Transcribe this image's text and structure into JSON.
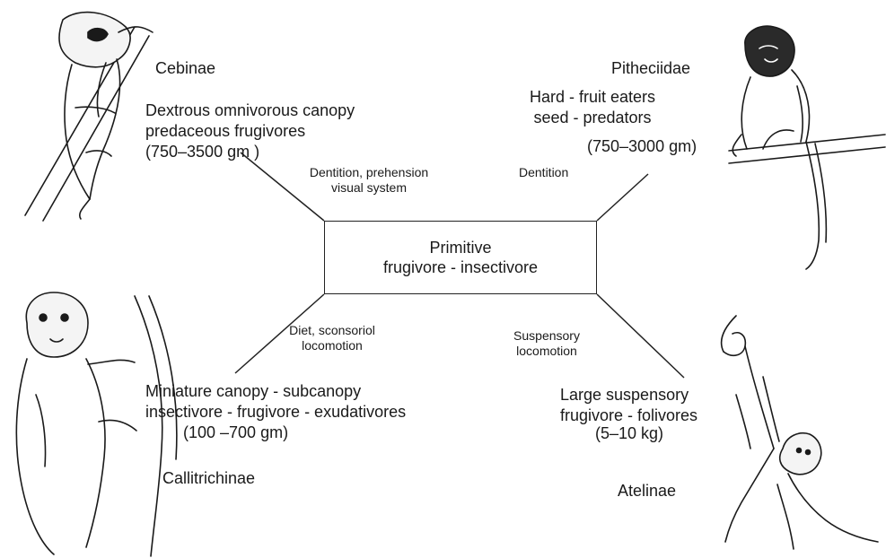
{
  "center": {
    "line1": "Primitive",
    "line2": "frugivore - insectivore"
  },
  "groups": {
    "cebinae": {
      "name": "Cebinae",
      "desc_line1": "Dextrous omnivorous canopy",
      "desc_line2": "predaceous frugivores",
      "mass": "(750–3500 gm )",
      "branch_label_line1": "Dentition, prehension",
      "branch_label_line2": "visual system"
    },
    "pitheciidae": {
      "name": "Pitheciidae",
      "desc_line1": "Hard - fruit eaters",
      "desc_line2": "seed - predators",
      "mass": "(750–3000 gm)",
      "branch_label": "Dentition"
    },
    "callitrichinae": {
      "name": "Callitrichinae",
      "desc_line1": "Miniature canopy - subcanopy",
      "desc_line2": "insectivore - frugivore - exudativores",
      "mass": "(100 –700 gm)",
      "branch_label_line1": "Diet, sconsoriol",
      "branch_label_line2": "locomotion"
    },
    "atelinae": {
      "name": "Atelinae",
      "desc_line1": "Large suspensory",
      "desc_line2": "frugivore - folivores",
      "mass": "(5–10 kg)",
      "branch_label_line1": "Suspensory",
      "branch_label_line2": "locomotion"
    }
  },
  "colors": {
    "ink": "#1a1a1a",
    "line": "#222222"
  }
}
